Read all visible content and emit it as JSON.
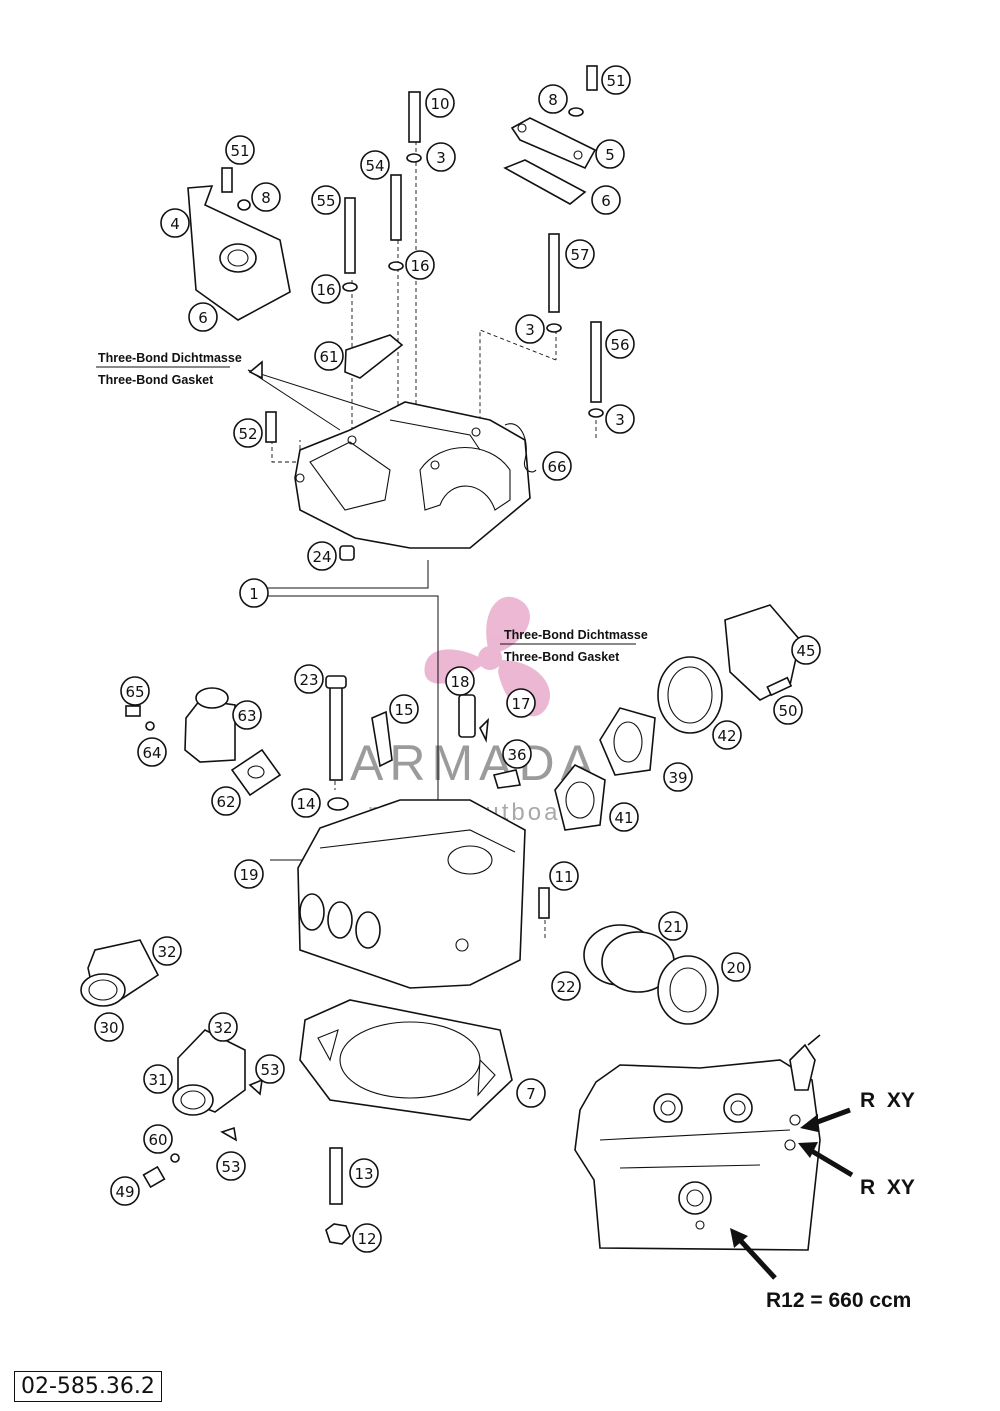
{
  "document_number": "02-585.36.2",
  "notes": {
    "sealant_upper": [
      "Three-Bond Dichtmasse",
      "Three-Bond Gasket"
    ],
    "sealant_lower": [
      "Three-Bond Dichtmasse",
      "Three-Bond Gasket"
    ]
  },
  "inset": {
    "labels": [
      "R  XY",
      "R  XY",
      "R12 = 660 ccm"
    ]
  },
  "watermark": {
    "brand": "ARMADA",
    "tagline": "marine outboards",
    "color": "#e6a0c4"
  },
  "callouts": [
    {
      "id": "51"
    },
    {
      "id": "8"
    },
    {
      "id": "10"
    },
    {
      "id": "3"
    },
    {
      "id": "5"
    },
    {
      "id": "6"
    },
    {
      "id": "51"
    },
    {
      "id": "8"
    },
    {
      "id": "4"
    },
    {
      "id": "54"
    },
    {
      "id": "55"
    },
    {
      "id": "16"
    },
    {
      "id": "16"
    },
    {
      "id": "6"
    },
    {
      "id": "57"
    },
    {
      "id": "3"
    },
    {
      "id": "56"
    },
    {
      "id": "61"
    },
    {
      "id": "3"
    },
    {
      "id": "52"
    },
    {
      "id": "66"
    },
    {
      "id": "24"
    },
    {
      "id": "1"
    },
    {
      "id": "45"
    },
    {
      "id": "65"
    },
    {
      "id": "23"
    },
    {
      "id": "18"
    },
    {
      "id": "63"
    },
    {
      "id": "15"
    },
    {
      "id": "17"
    },
    {
      "id": "50"
    },
    {
      "id": "64"
    },
    {
      "id": "42"
    },
    {
      "id": "36"
    },
    {
      "id": "62"
    },
    {
      "id": "14"
    },
    {
      "id": "39"
    },
    {
      "id": "41"
    },
    {
      "id": "19"
    },
    {
      "id": "11"
    },
    {
      "id": "32"
    },
    {
      "id": "21"
    },
    {
      "id": "20"
    },
    {
      "id": "22"
    },
    {
      "id": "30"
    },
    {
      "id": "32"
    },
    {
      "id": "53"
    },
    {
      "id": "31"
    },
    {
      "id": "7"
    },
    {
      "id": "60"
    },
    {
      "id": "53"
    },
    {
      "id": "13"
    },
    {
      "id": "49"
    },
    {
      "id": "12"
    }
  ]
}
